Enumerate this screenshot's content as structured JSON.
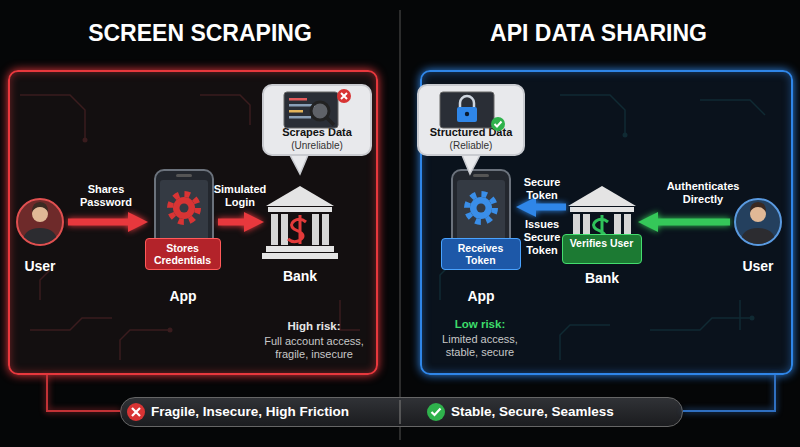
{
  "diagram": {
    "nodes": [
      {
        "text": [
          "SCREEN SCRAPING"
        ]
      },
      {
        "text": [
          "User"
        ],
        "in": 0
      },
      {
        "text": [
          "App"
        ],
        "in": 0
      },
      {
        "text": [
          "Stores Credentials"
        ],
        "in": 2
      },
      {
        "text": [
          "Bank"
        ],
        "in": 0
      },
      {
        "text": [
          "Scrapes Data",
          "(Unreliable)"
        ],
        "in": 0
      },
      {
        "text": [
          "API DATA SHARING"
        ]
      },
      {
        "text": [
          "Structured Data",
          "(Reliable)"
        ],
        "in": 6
      },
      {
        "text": [
          "App"
        ],
        "in": 6
      },
      {
        "text": [
          "Receives Token"
        ],
        "in": 8
      },
      {
        "text": [
          "Bank"
        ],
        "in": 6
      },
      {
        "text": [
          "Verifies User"
        ],
        "in": 10
      },
      {
        "text": [
          "User"
        ],
        "in": 6
      },
      {
        "text": [
          "Fragile, Insecure, High Friction",
          "Stable, Secure, Seamless"
        ]
      }
    ],
    "edges": [
      {
        "from": 1,
        "to": 2,
        "arrow": "to",
        "label": "Shares Password"
      },
      {
        "from": 2,
        "to": 4,
        "arrow": "to",
        "label": "Simulated Login"
      },
      {
        "from": 12,
        "to": 10,
        "arrow": "to",
        "label": "Authenticates Directly"
      },
      {
        "from": 10,
        "to": 8,
        "arrow": "to",
        "label": "Secure Token"
      },
      {
        "from": 0,
        "to": 13,
        "arrow": "none"
      },
      {
        "from": 6,
        "to": 13,
        "arrow": "none"
      }
    ],
    "labels": [
      "Issues Secure Token",
      "High risk:",
      "Full account access, fragile, insecure",
      "Low risk:",
      "Limited access, stable, secure"
    ]
  }
}
